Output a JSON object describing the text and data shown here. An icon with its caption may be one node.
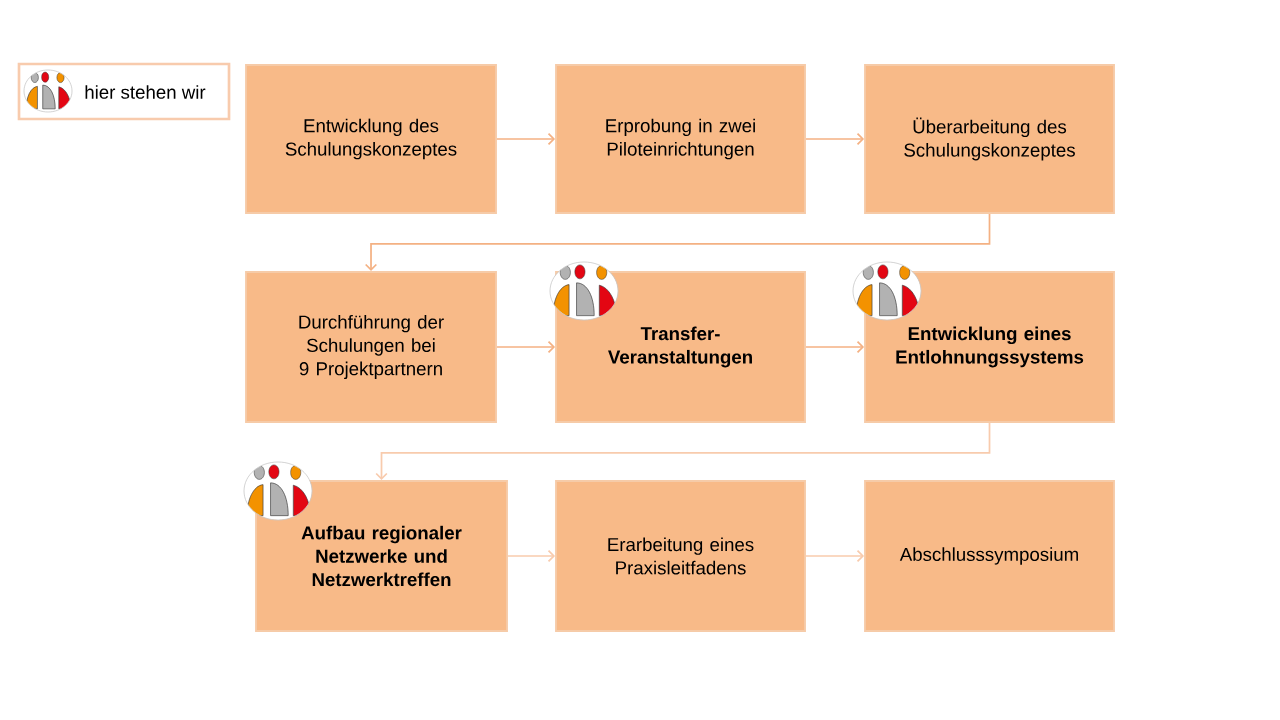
{
  "diagram": {
    "nodes": [
      {
        "text": [
          "Entwicklung des Schulungskonzeptes"
        ]
      },
      {
        "text": [
          "Erprobung in zwei Piloteinrichtungen"
        ]
      },
      {
        "text": [
          "Überarbeitung des Schulungskonzeptes"
        ]
      },
      {
        "text": [
          "Durchführung der Schulungen bei 9 Projektpartnern"
        ]
      },
      {
        "text": [
          "Transfer- Veranstaltungen"
        ]
      },
      {
        "text": [
          "Entwicklung eines Entlohnungssystems"
        ]
      },
      {
        "text": [
          "Aufbau regionaler Netzwerke und Netzwerktreffen"
        ]
      },
      {
        "text": [
          "Erarbeitung eines Praxisleitfadens"
        ]
      },
      {
        "text": [
          "Abschlusssymposium"
        ]
      }
    ],
    "edges": [
      {
        "from": 0,
        "to": 1,
        "arrow": "to"
      },
      {
        "from": 1,
        "to": 2,
        "arrow": "to"
      },
      {
        "from": 2,
        "to": 3,
        "arrow": "to"
      },
      {
        "from": 3,
        "to": 4,
        "arrow": "to"
      },
      {
        "from": 4,
        "to": 5,
        "arrow": "to"
      },
      {
        "from": 5,
        "to": 6,
        "arrow": "to",
        "color": "#f8cbad"
      },
      {
        "from": 6,
        "to": 7,
        "arrow": "to",
        "color": "#f8cbad"
      },
      {
        "from": 7,
        "to": 8,
        "arrow": "to",
        "color": "#f8cbad"
      }
    ],
    "legend": [
      {
        "text": "hier stehen wir"
      }
    ]
  }
}
